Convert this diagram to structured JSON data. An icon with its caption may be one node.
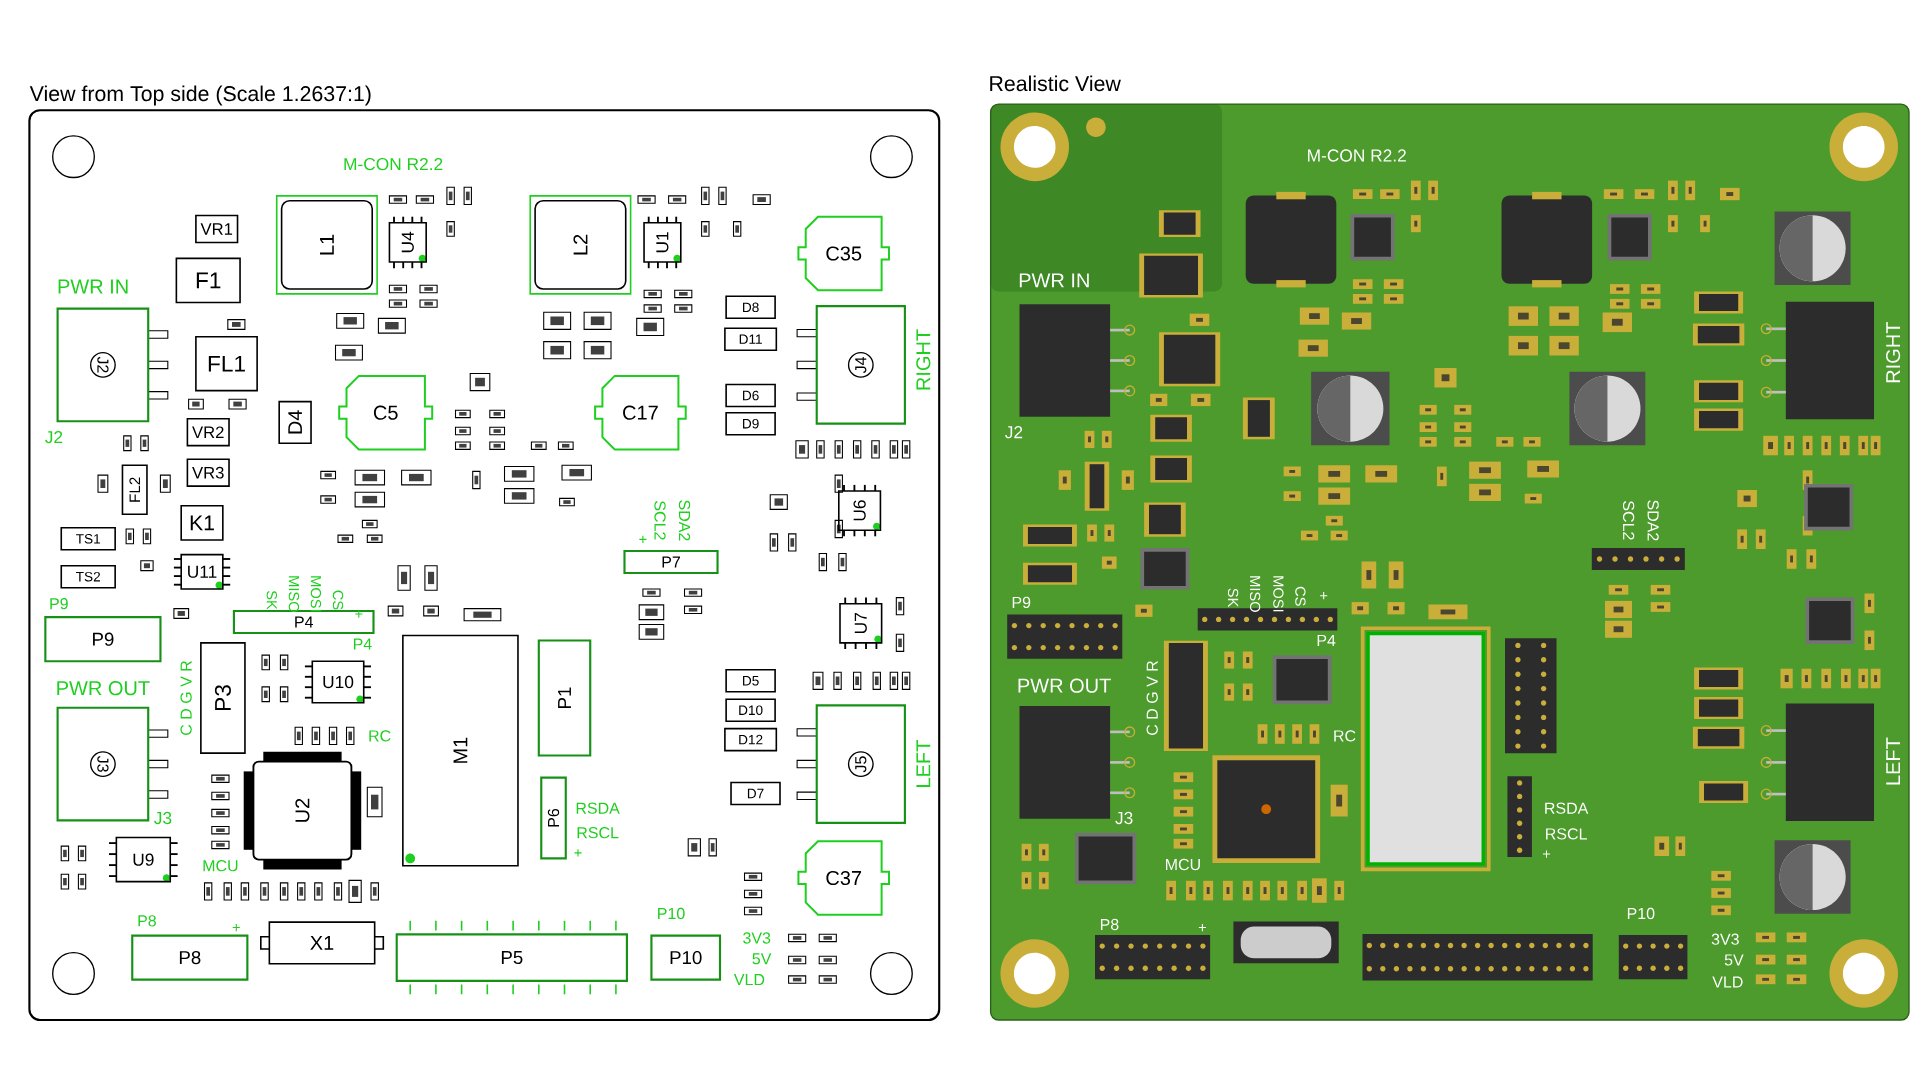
{
  "diagram": {
    "nodes": [
      {
        "text": [
          "VR1"
        ]
      },
      {
        "text": [
          "F1"
        ]
      },
      {
        "text": [
          "L1"
        ]
      },
      {
        "text": [
          "U4"
        ]
      },
      {
        "text": [
          "L2"
        ]
      },
      {
        "text": [
          "U1"
        ]
      },
      {
        "text": [
          "C35"
        ]
      },
      {
        "text": [
          "D8"
        ]
      },
      {
        "text": [
          "FL1"
        ]
      },
      {
        "text": [
          "J2"
        ]
      },
      {
        "text": [
          "D11"
        ]
      },
      {
        "text": [
          "J4"
        ]
      },
      {
        "text": [
          "D4"
        ]
      },
      {
        "text": [
          "C5"
        ]
      },
      {
        "text": [
          "C17"
        ]
      },
      {
        "text": [
          "D6"
        ]
      },
      {
        "text": [
          "D9"
        ]
      },
      {
        "text": [
          "VR2"
        ]
      },
      {
        "text": [
          "VR3"
        ]
      },
      {
        "text": [
          "FL2"
        ]
      },
      {
        "text": [
          "U6"
        ]
      },
      {
        "text": [
          "K1"
        ]
      },
      {
        "text": [
          "TS1"
        ]
      },
      {
        "text": [
          "P7"
        ]
      },
      {
        "text": [
          "TS2"
        ]
      },
      {
        "text": [
          "U11"
        ]
      },
      {
        "text": [
          "P4"
        ]
      },
      {
        "text": [
          "U7"
        ]
      },
      {
        "text": [
          "P9"
        ]
      },
      {
        "text": [
          "P3"
        ]
      },
      {
        "text": [
          "U10"
        ]
      },
      {
        "text": [
          "D5"
        ]
      },
      {
        "text": [
          "P1"
        ]
      },
      {
        "text": [
          "D10"
        ]
      },
      {
        "text": [
          "M1"
        ]
      },
      {
        "text": [
          "D12"
        ]
      },
      {
        "text": [
          "J3"
        ]
      },
      {
        "text": [
          "J5"
        ]
      },
      {
        "text": [
          "D7"
        ]
      },
      {
        "text": [
          "U2"
        ]
      },
      {
        "text": [
          "P6"
        ]
      },
      {
        "text": [
          "U9"
        ]
      },
      {
        "text": [
          "C37"
        ]
      },
      {
        "text": [
          "X1"
        ]
      },
      {
        "text": [
          "P8"
        ]
      },
      {
        "text": [
          "P5"
        ]
      },
      {
        "text": [
          "P10"
        ]
      }
    ],
    "labels": [
      "View from Top side (Scale 1.2637:1)",
      "Realistic View",
      "M-CON R2.2",
      "M-CON R2.2",
      "PWR IN",
      "PWR IN",
      "RIGHT",
      "RIGHT",
      "J2",
      "J2",
      "SCL2",
      "SDA2",
      "SCL2",
      "SDA2",
      "+",
      "SK",
      "MISO",
      "MOSI",
      "CS",
      "+",
      "SK",
      "MISO",
      "MOSI",
      "CS",
      "+",
      "P9",
      "P9",
      "P4",
      "P4",
      "PWR OUT",
      "PWR OUT",
      "C D G V R",
      "C D G V R",
      "RC",
      "RC",
      "RSDA",
      "RSDA",
      "RSCL",
      "RSCL",
      "+",
      "+",
      "LEFT",
      "LEFT",
      "J3",
      "J3",
      "MCU",
      "MCU",
      "P8",
      "+",
      "P8",
      "+",
      "P10",
      "P10",
      "3V3",
      "3V3",
      "5V",
      "5V",
      "VLD",
      "VLD"
    ]
  }
}
